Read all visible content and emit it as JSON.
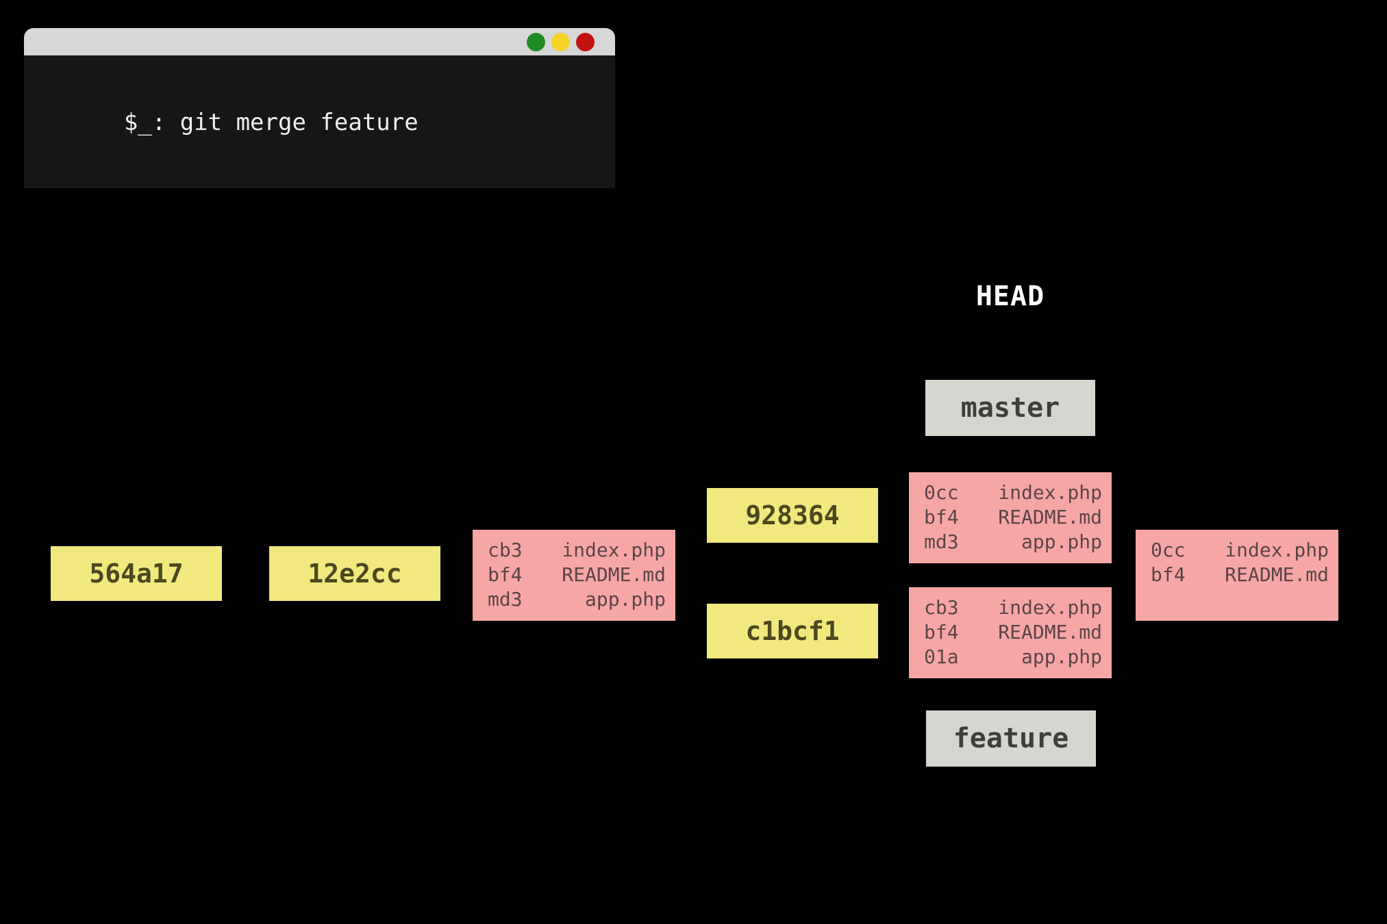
{
  "colors": {
    "background": "#000000",
    "terminal_body": "#161616",
    "terminal_titlebar": "#d7d7d7",
    "traffic_light_green": "#1f8b24",
    "traffic_light_yellow": "#f5d327",
    "traffic_light_red": "#c21211",
    "commit_box": "#f2e97e",
    "commit_text": "#4c481f",
    "tree_box": "#f7a6a6",
    "tree_text": "#5a4545",
    "branch_box": "#d6d6d1",
    "branch_text": "#3e3e3a",
    "head_text": "#ffffff"
  },
  "terminal": {
    "command": "$_: git merge feature",
    "traffic_lights": [
      "green",
      "yellow",
      "red"
    ]
  },
  "labels": {
    "head": "HEAD",
    "master": "master",
    "feature": "feature"
  },
  "commits": [
    {
      "hash": "564a17"
    },
    {
      "hash": "12e2cc"
    },
    {
      "hash": "928364"
    },
    {
      "hash": "c1bcf1"
    }
  ],
  "trees": {
    "middle": {
      "files": [
        {
          "hash": "cb3",
          "name": "index.php"
        },
        {
          "hash": "bf4",
          "name": "README.md"
        },
        {
          "hash": "md3",
          "name": "app.php"
        }
      ]
    },
    "master": {
      "files": [
        {
          "hash": "0cc",
          "name": "index.php"
        },
        {
          "hash": "bf4",
          "name": "README.md"
        },
        {
          "hash": "md3",
          "name": "app.php"
        }
      ]
    },
    "feature": {
      "files": [
        {
          "hash": "cb3",
          "name": "index.php"
        },
        {
          "hash": "bf4",
          "name": "README.md"
        },
        {
          "hash": "01a",
          "name": "app.php"
        }
      ]
    },
    "merge": {
      "files": [
        {
          "hash": "0cc",
          "name": "index.php"
        },
        {
          "hash": "bf4",
          "name": "README.md"
        }
      ]
    }
  }
}
